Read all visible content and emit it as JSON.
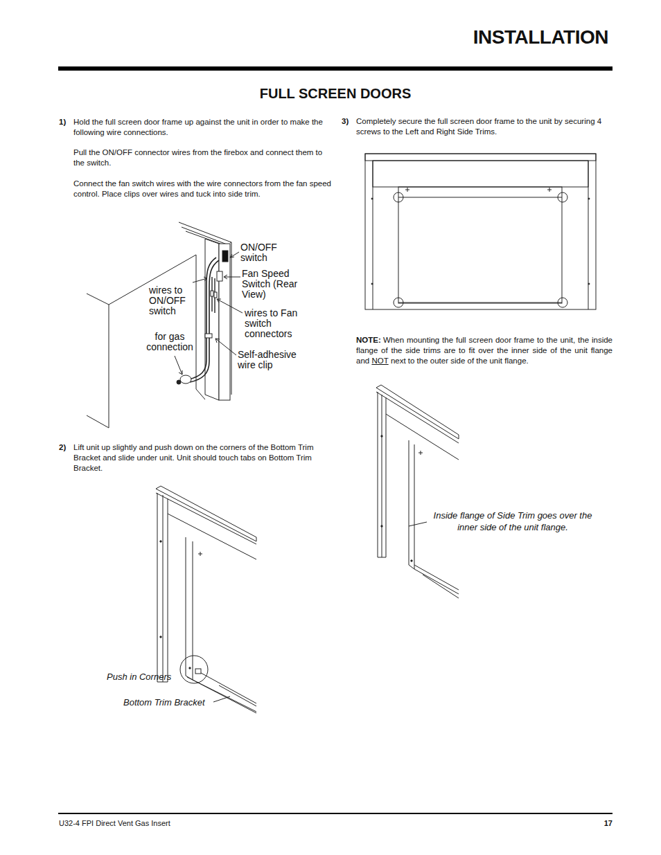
{
  "diagram": {
    "title": "FULL SCREEN DOORS",
    "labels": [
      "INSTALLATION",
      "1)",
      "Hold the full screen door frame up against the unit in order to make the following wire connections.",
      "Pull the ON/OFF connector wires from the firebox and connect them to the switch.",
      "Connect the fan switch wires with the wire connectors from the fan speed control. Place clips over wires and tuck into side trim.",
      "ON/OFF switch",
      "Fan Speed Switch (Rear View)",
      "wires to ON/OFF switch",
      "wires to Fan switch connectors",
      "for gas connection",
      "Self-adhesive wire clip",
      "2)",
      "Lift unit up slightly and push down on the corners of the Bottom Trim Bracket and slide under unit. Unit should touch tabs on Bottom Trim Bracket.",
      "Push in Corners",
      "Bottom Trim Bracket",
      "3)",
      "Completely secure the full screen door frame to the unit by securing 4 screws to the Left and Right Side Trims.",
      "NOTE:",
      "When mounting the full screen door frame to the unit, the inside flange of the side trims are to fit over the inner side of the unit flange and",
      "NOT",
      "next to the outer side of the unit flange.",
      "Inside flange of Side Trim goes over the inner side of the unit flange.",
      "U32-4 FPI Direct Vent Gas Insert",
      "17"
    ]
  }
}
